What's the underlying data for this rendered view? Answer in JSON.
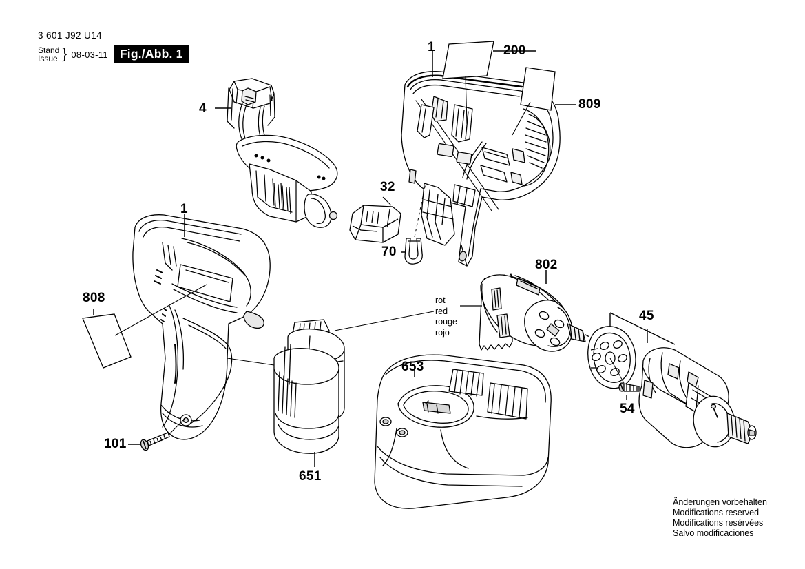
{
  "header": {
    "part_code": "3 601 J92 U14",
    "stand_label": "Stand",
    "issue_label": "Issue",
    "brace": "}",
    "date": "08-03-11",
    "figure_badge": "Fig./Abb. 1"
  },
  "callouts": {
    "housing_right": "1",
    "housing_left": "1",
    "switch_module": "4",
    "label_200": "200",
    "label_809": "809",
    "label_808": "808",
    "selector_32": "32",
    "clip_70": "70",
    "screw_101": "101",
    "battery_651": "651",
    "charger_653": "653",
    "motor_802": "802",
    "gearbox_45": "45",
    "screw_54": "54"
  },
  "wire_color": {
    "de": "rot",
    "en": "red",
    "fr": "rouge",
    "es": "rojo"
  },
  "footer": {
    "line1": "Änderungen vorbehalten",
    "line2": "Modifications reserved",
    "line3": "Modifications resérvées",
    "line4": "Salvo modificaciones"
  },
  "colors": {
    "ink": "#000000",
    "paper": "#ffffff",
    "shade": "#d8d8d8",
    "shade_light": "#eeeeee"
  }
}
